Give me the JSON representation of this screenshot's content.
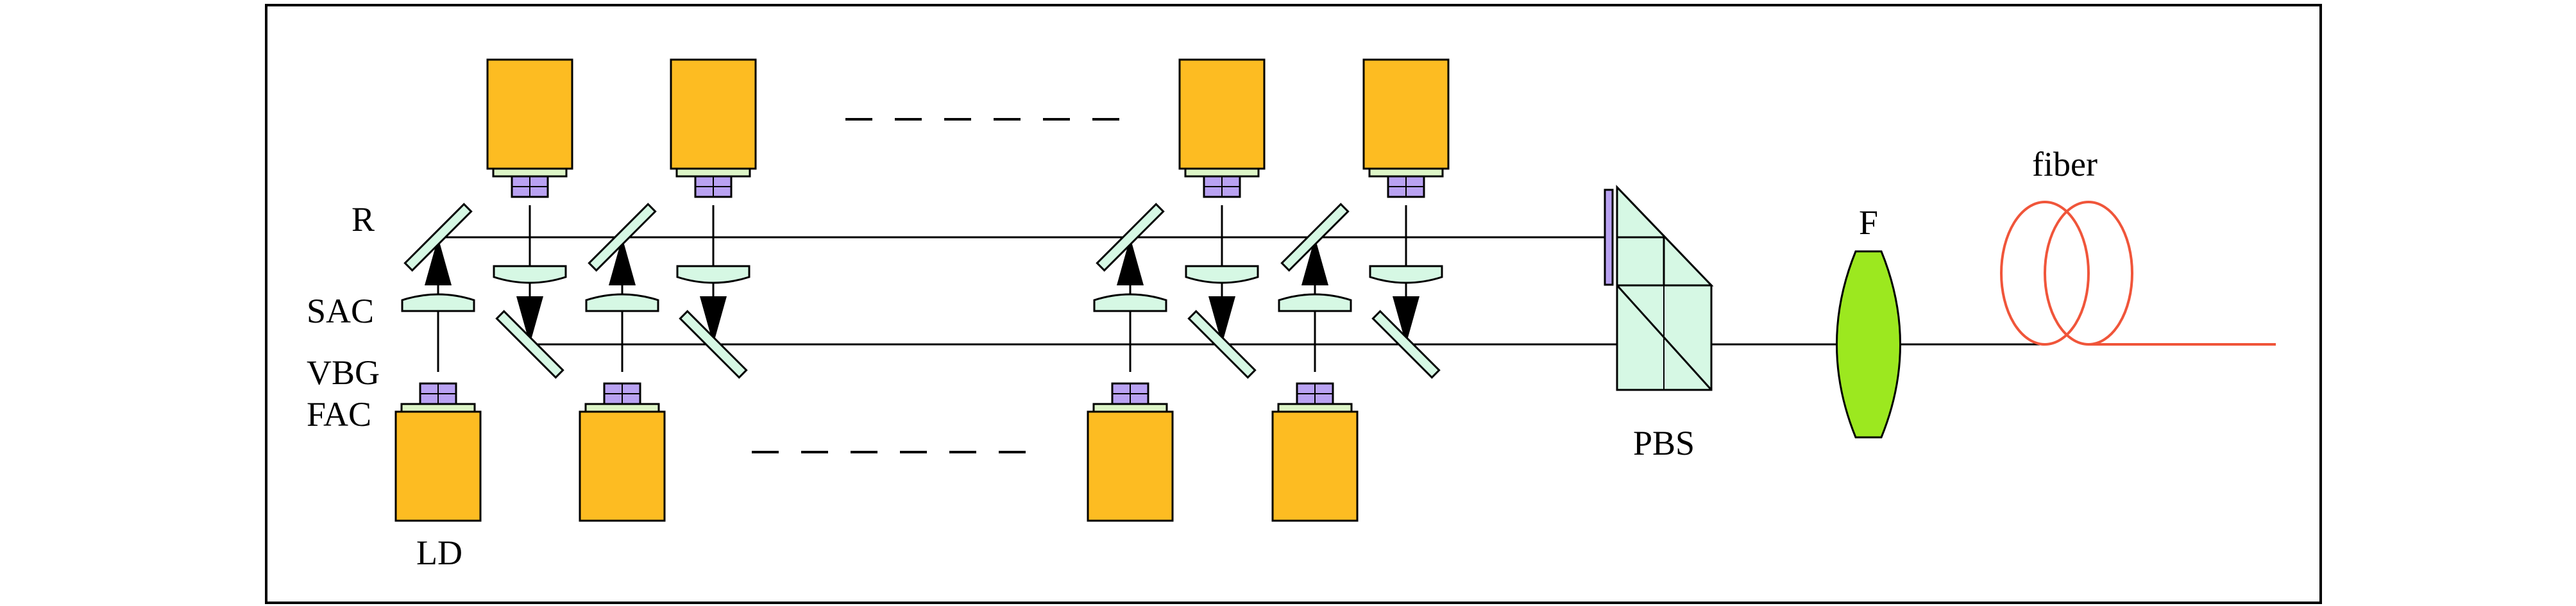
{
  "labels": {
    "r": "R",
    "sac": "SAC",
    "vbg": "VBG",
    "fac": "FAC",
    "ld": "LD",
    "pbs": "PBS",
    "f": "F",
    "fiber": "fiber"
  },
  "colors": {
    "ld_body": "#FDBC22",
    "fac": "#DDF5C7",
    "vbg": "#B9A2F2",
    "sac": "#D6F8E4",
    "mirror": "#D6F8E4",
    "pbs": "#D6F8E4",
    "pbs_plate": "#B9A2F2",
    "lens_f": "#9CE81F",
    "fiber": "#F0553A",
    "line": "#000000"
  }
}
